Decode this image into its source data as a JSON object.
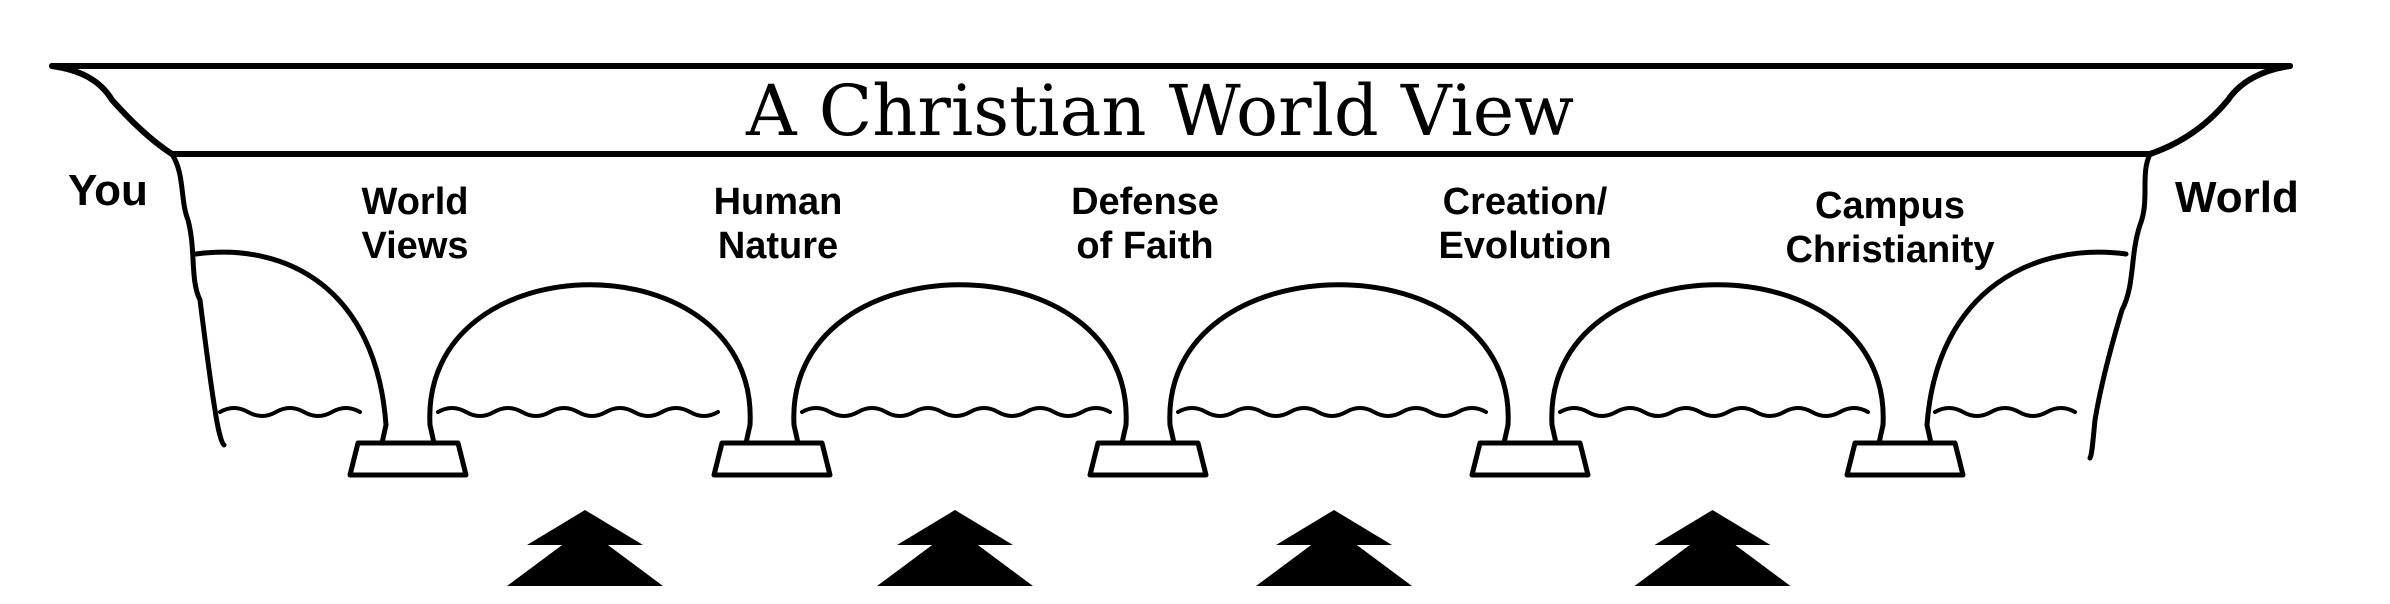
{
  "title": "A Christian World View",
  "left_label": "You",
  "right_label": "World",
  "pillars": [
    {
      "line1": "World",
      "line2": "Views"
    },
    {
      "line1": "Human",
      "line2": "Nature"
    },
    {
      "line1": "Defense",
      "line2": "of Faith"
    },
    {
      "line1": "Creation/",
      "line2": "Evolution"
    },
    {
      "line1": "Campus",
      "line2": "Christianity"
    }
  ],
  "arrow_count": 4,
  "colors": {
    "ink": "#000000",
    "background": "#ffffff"
  }
}
